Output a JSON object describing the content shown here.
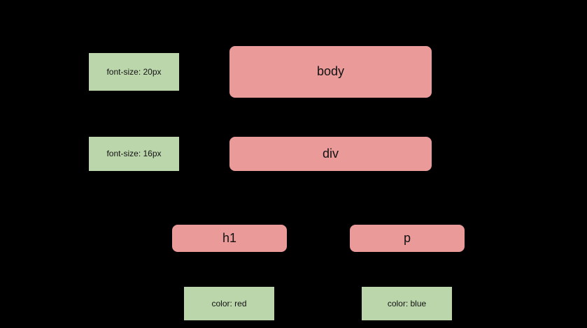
{
  "diagram": {
    "type": "flowchart",
    "orientation": "top-down",
    "background_color": "#000000",
    "element_node_color": "#eb9a9a",
    "annotation_node_color": "#bcd6ac",
    "text_color": "#111111",
    "edge_color": "#000000",
    "nodes": [
      {
        "id": "body",
        "label": "body",
        "kind": "element",
        "shape": "rounded-rect"
      },
      {
        "id": "div",
        "label": "div",
        "kind": "element",
        "shape": "rounded-rect"
      },
      {
        "id": "h1",
        "label": "h1",
        "kind": "element",
        "shape": "rounded-rect"
      },
      {
        "id": "p",
        "label": "p",
        "kind": "element",
        "shape": "rounded-rect"
      },
      {
        "id": "fs20",
        "label": "font-size: 20px",
        "kind": "annotation",
        "shape": "rect"
      },
      {
        "id": "fs16",
        "label": "font-size: 16px",
        "kind": "annotation",
        "shape": "rect"
      },
      {
        "id": "colorred",
        "label": "color: red",
        "kind": "annotation",
        "shape": "rect"
      },
      {
        "id": "colorblue",
        "label": "color: blue",
        "kind": "annotation",
        "shape": "rect"
      }
    ],
    "edges": [
      {
        "from": "body",
        "to": "div",
        "label": ""
      },
      {
        "from": "div",
        "to": "h1",
        "label": ""
      },
      {
        "from": "div",
        "to": "p",
        "label": ""
      },
      {
        "from": "fs20",
        "to": "body",
        "label": ""
      },
      {
        "from": "fs16",
        "to": "div",
        "label": ""
      },
      {
        "from": "h1",
        "to": "colorred",
        "label": ""
      },
      {
        "from": "p",
        "to": "colorblue",
        "label": ""
      }
    ]
  }
}
